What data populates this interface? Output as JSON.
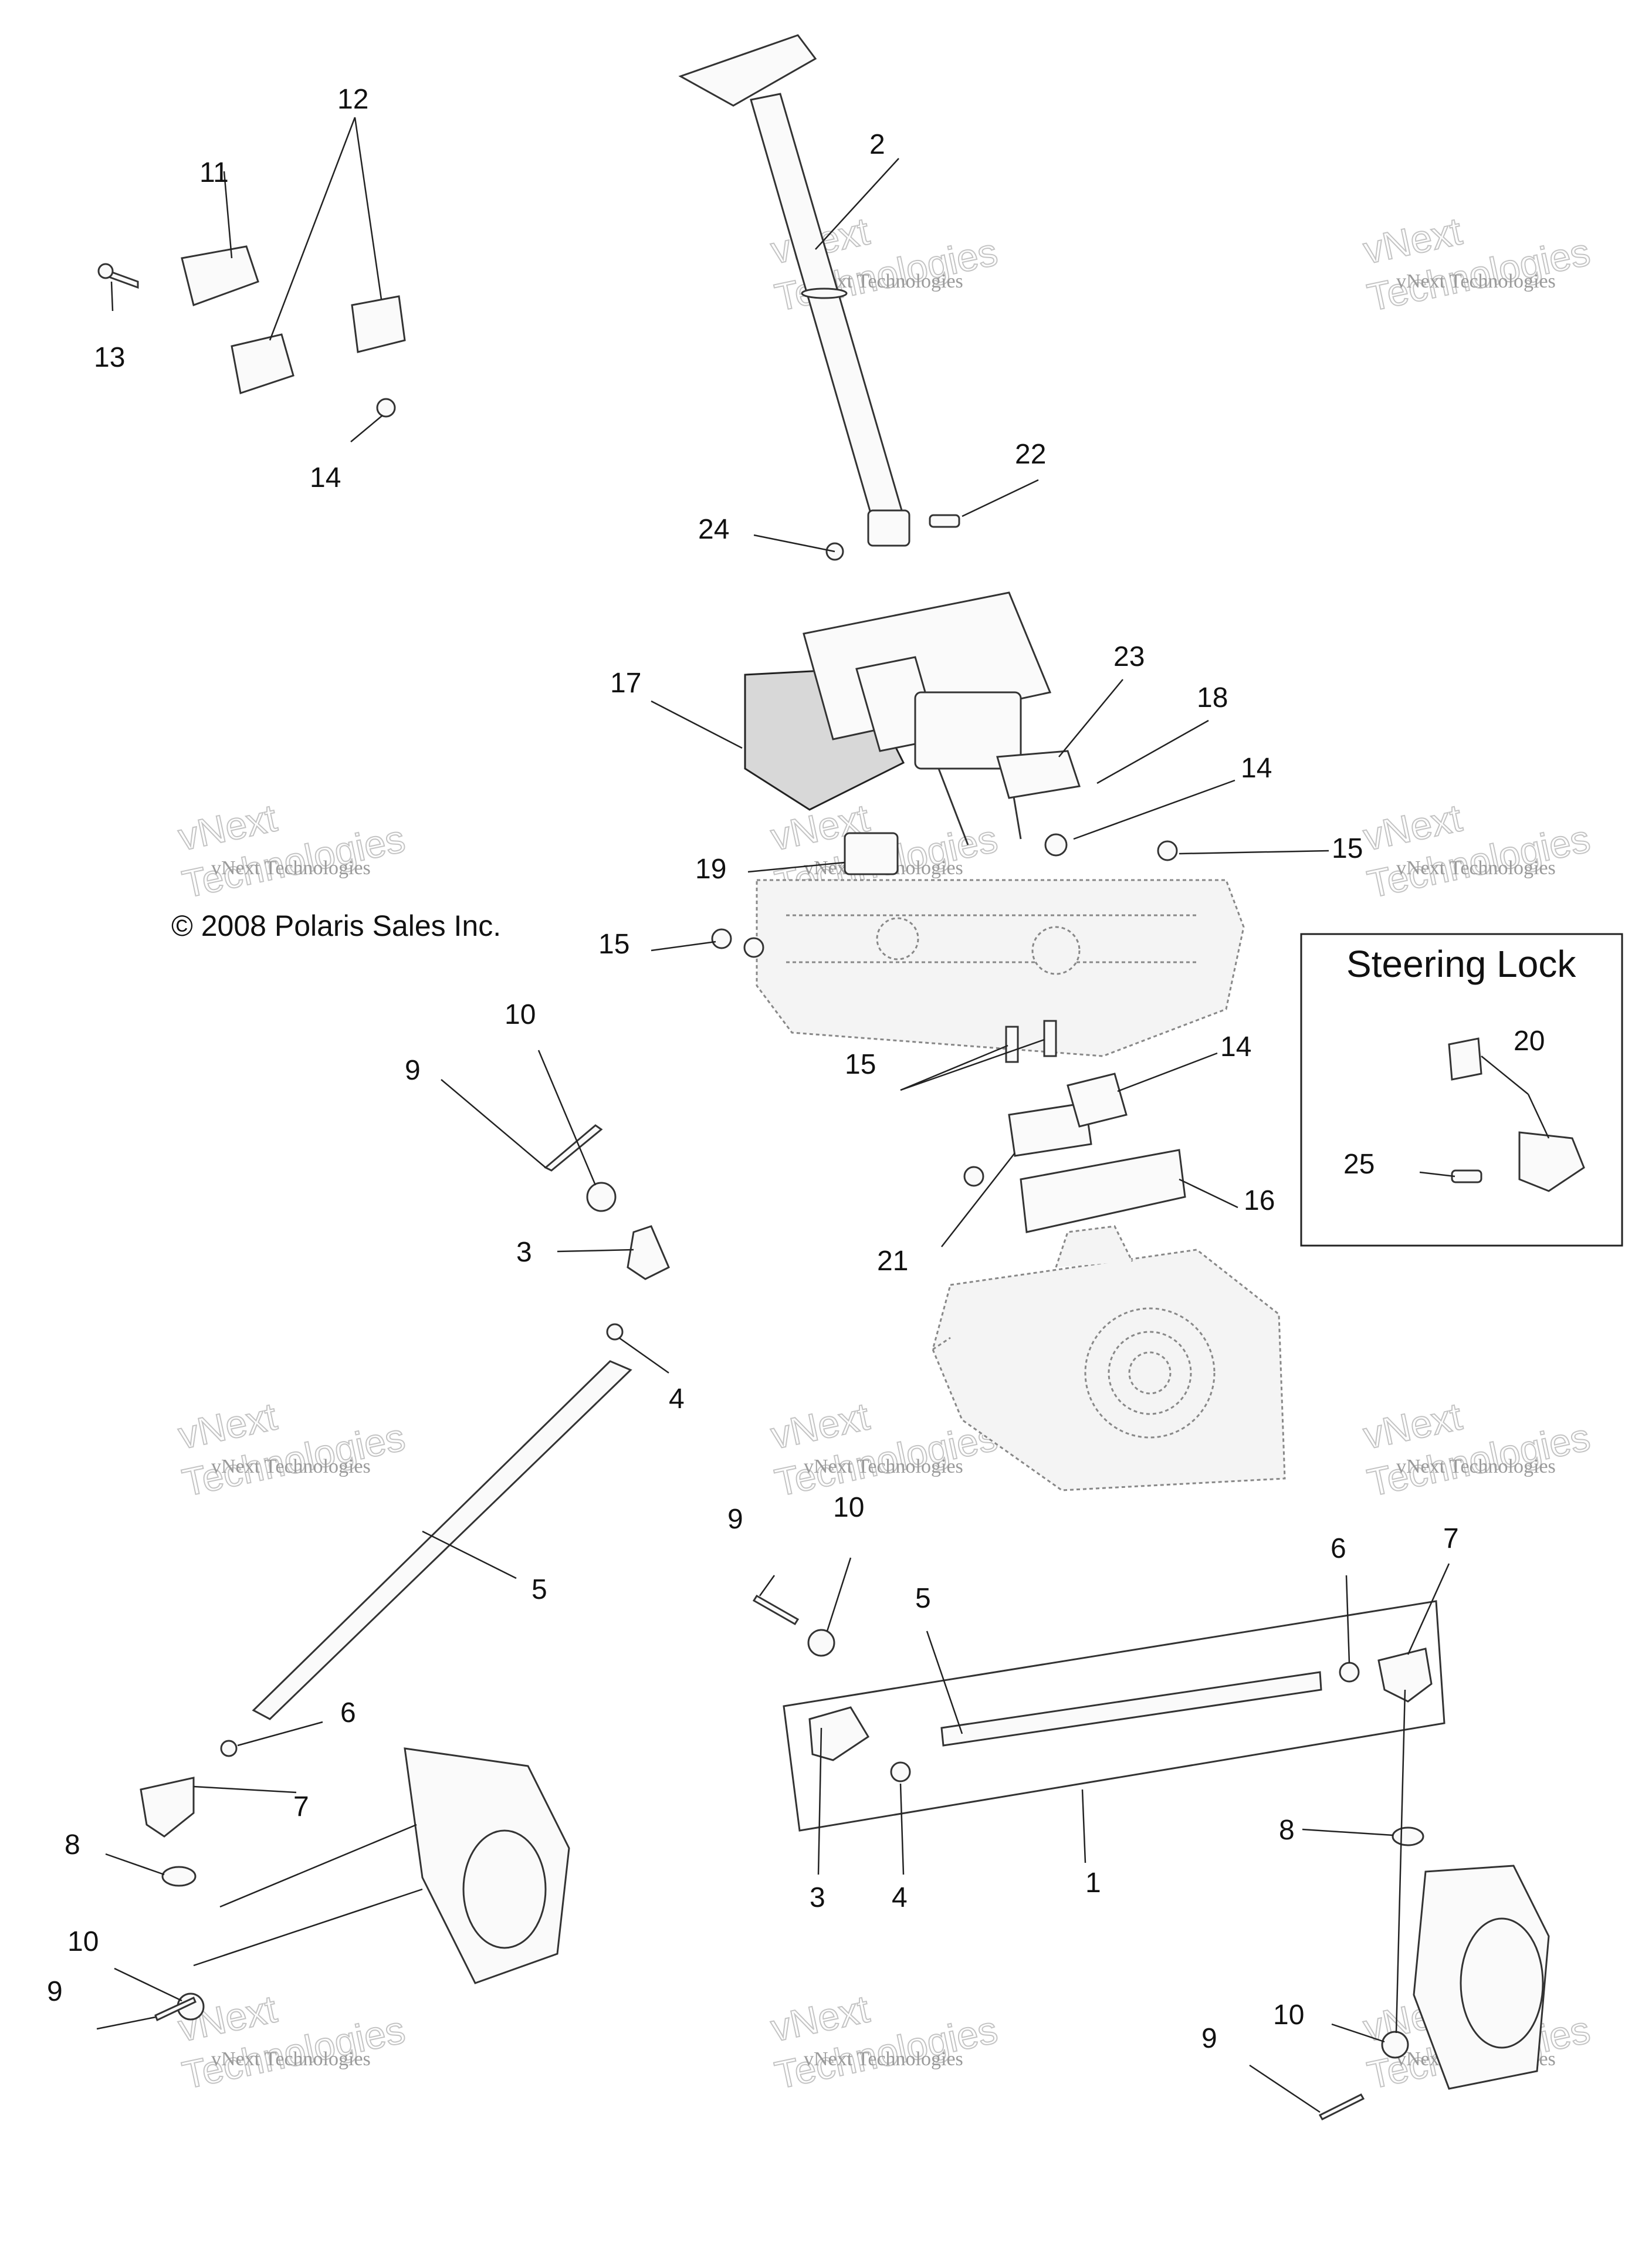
{
  "copyright": "© 2008 Polaris Sales Inc.",
  "inset": {
    "title": "Steering Lock"
  },
  "watermark": {
    "line1": "vNext Technologies",
    "line2": "vNext",
    "line3": "Technologies"
  },
  "callouts": {
    "c1": "1",
    "c2": "2",
    "c3a": "3",
    "c3b": "3",
    "c4a": "4",
    "c4b": "4",
    "c5a": "5",
    "c5b": "5",
    "c6a": "6",
    "c6b": "6",
    "c7a": "7",
    "c7b": "7",
    "c8a": "8",
    "c8b": "8",
    "c9a": "9",
    "c9b": "9",
    "c9c": "9",
    "c9d": "9",
    "c10a": "10",
    "c10b": "10",
    "c10c": "10",
    "c10d": "10",
    "c11": "11",
    "c12": "12",
    "c13": "13",
    "c14a": "14",
    "c14b": "14",
    "c14c": "14",
    "c15a": "15",
    "c15b": "15",
    "c15c": "15",
    "c16": "16",
    "c17": "17",
    "c18": "18",
    "c19": "19",
    "c20": "20",
    "c21": "21",
    "c22": "22",
    "c23": "23",
    "c24": "24",
    "c25": "25"
  }
}
